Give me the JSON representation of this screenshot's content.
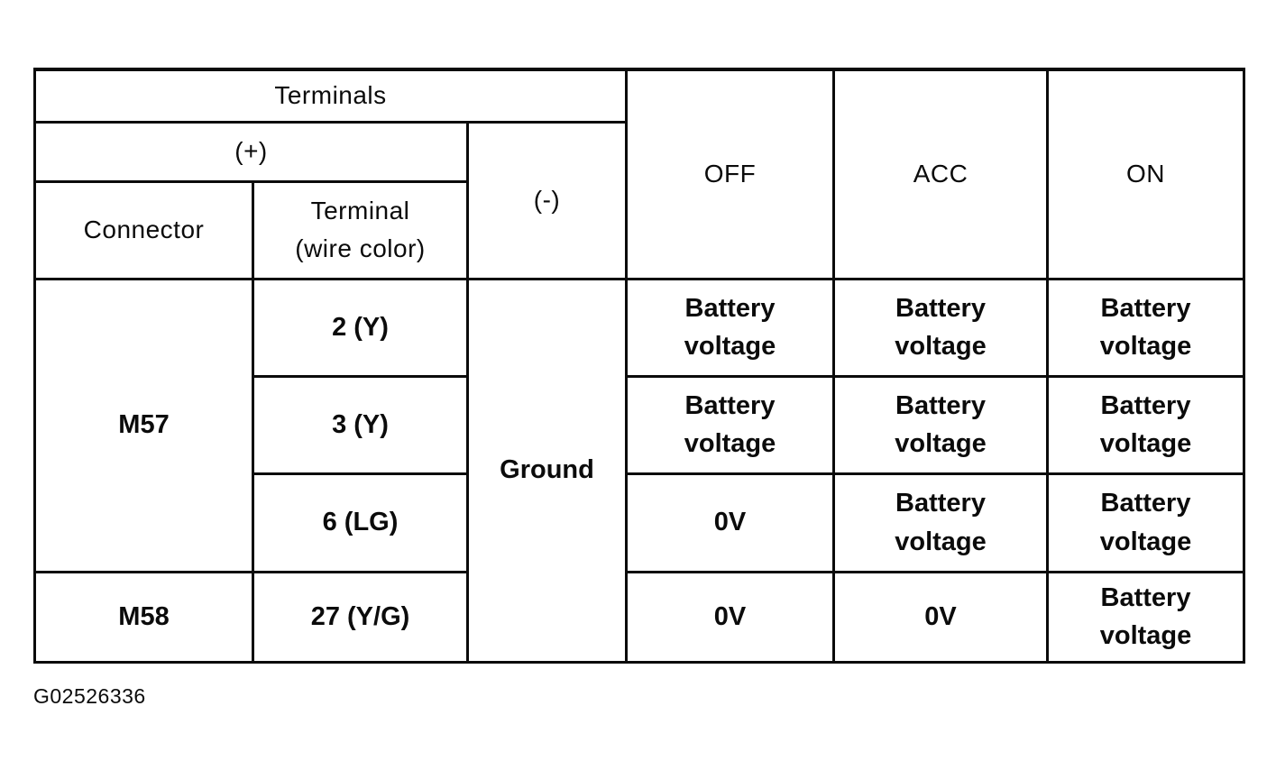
{
  "table": {
    "header": {
      "terminals": "Terminals",
      "plus": "(+)",
      "minus": "(-)",
      "connector": "Connector",
      "terminal_line1": "Terminal",
      "terminal_line2": "(wire color)",
      "switch_positions": [
        "OFF",
        "ACC",
        "ON"
      ]
    },
    "minus_value": "Ground",
    "rows": [
      {
        "connector": "M57",
        "terminal": "2 (Y)",
        "off": "Battery voltage",
        "acc": "Battery voltage",
        "on": "Battery voltage"
      },
      {
        "terminal": "3 (Y)",
        "off": "Battery voltage",
        "acc": "Battery voltage",
        "on": "Battery voltage"
      },
      {
        "terminal": "6 (LG)",
        "off": "0V",
        "acc": "Battery voltage",
        "on": "Battery voltage"
      },
      {
        "connector": "M58",
        "terminal": "27 (Y/G)",
        "off": "0V",
        "acc": "0V",
        "on": "Battery voltage"
      }
    ]
  },
  "figure_id": "G02526336"
}
